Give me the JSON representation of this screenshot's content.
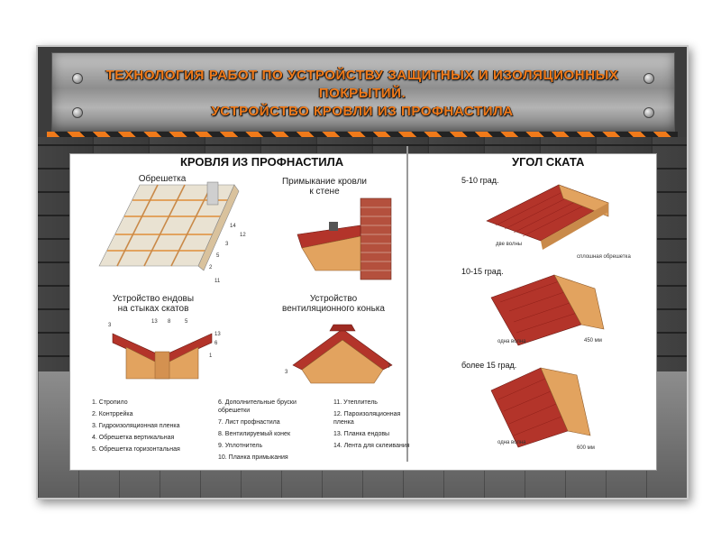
{
  "header": {
    "title_line1": "ТЕХНОЛОГИЯ РАБОТ ПО УСТРОЙСТВУ ЗАЩИТНЫХ И ИЗОЛЯЦИОННЫХ ПОКРЫТИЙ.",
    "title_line2": "УСТРОЙСТВО КРОВЛИ ИЗ ПРОФНАСТИЛА"
  },
  "left": {
    "heading": "КРОВЛЯ ИЗ ПРОФНАСТИЛА",
    "captions": {
      "obreshetka": "Обрешетка",
      "primykanie": "Примыкание кровли\nк стене",
      "endova": "Устройство ендовы\nна стыках скатов",
      "konek": "Устройство\nвентиляционного конька"
    },
    "legend": [
      "1. Стропило",
      "2. Контррейка",
      "3. Гидроизоляционная пленка",
      "4. Обрешетка вертикальная",
      "5. Обрешетка горизонтальная",
      "6. Дополнительные бруски\nобрешетки",
      "7. Лист профнастила",
      "8. Вентилируемый конек",
      "9. Уплотнитель",
      "10. Планка примыкания",
      "11. Утеплитель",
      "12. Пароизоляционная\nпленка",
      "13. Планка ендовы",
      "14. Лента для склеивания"
    ]
  },
  "right": {
    "heading": "УГОЛ СКАТА",
    "grades": [
      "5-10 град.",
      "10-15 град.",
      "более 15 град."
    ],
    "notes": {
      "dve_volny": "две волны",
      "sploshnaya": "сплошная обрешетка",
      "odna_volna_1": "одна волна",
      "mm450": "450 мм",
      "odna_volna_2": "одна волна",
      "mm600": "600 мм"
    }
  },
  "colors": {
    "title_orange": "#f07a1a",
    "sheet_red": "#b3342a",
    "wood": "#e2a35f"
  }
}
